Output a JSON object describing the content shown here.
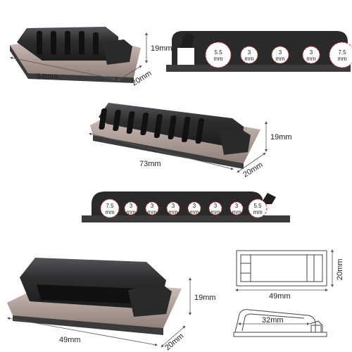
{
  "colors": {
    "body": "#2a2a2b",
    "body_light": "#4a4a4c",
    "base_edge": "#c9b8b0",
    "base_side": "#3a3a3a",
    "dim_line": "#555555",
    "hole_dash": "#d0342c",
    "outline": "#444444"
  },
  "clip5": {
    "dims": {
      "length": "54mm",
      "width": "20mm",
      "height": "19mm"
    },
    "front_holes": [
      "5.5\nmm",
      "3\nmm",
      "3\nmm",
      "3\nmm",
      "7.5\nmm"
    ]
  },
  "clip8": {
    "dims": {
      "length": "73mm",
      "width": "20mm",
      "height": "19mm"
    },
    "front_holes": [
      "7.5\nmm",
      "3\nmm",
      "3\nmm",
      "3\nmm",
      "3\nmm",
      "3\nmm",
      "3\nmm",
      "5.5\nmm"
    ]
  },
  "clip1": {
    "dims": {
      "length": "49mm",
      "width": "20mm",
      "height": "19mm"
    }
  },
  "drawings": {
    "top_length": "49mm",
    "top_width": "20mm",
    "side_length": "32mm"
  }
}
